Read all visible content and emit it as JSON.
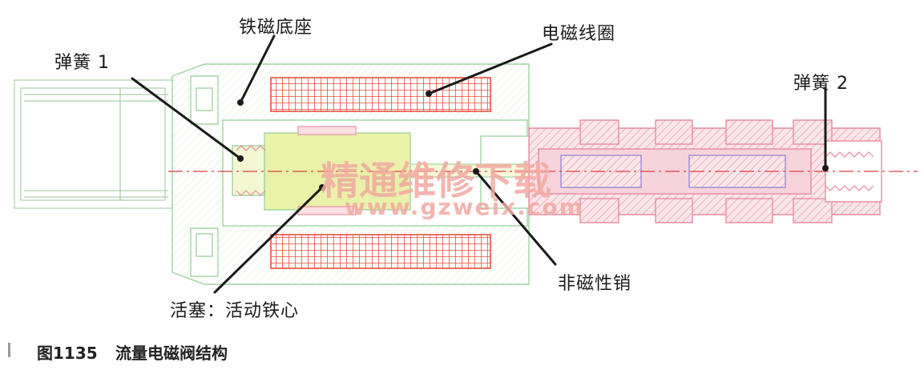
{
  "labels": {
    "base": "铁磁底座",
    "coil": "电磁线圈",
    "spring1": "弹簧 1",
    "spring2": "弹簧 2",
    "pin": "非磁性销",
    "piston": "活塞：活动铁心"
  },
  "watermark": {
    "cn": "精通维修下载",
    "url": "www.gzweix.com"
  },
  "caption": {
    "figure": "图1135",
    "title": "流量电磁阀结构"
  },
  "colors": {
    "outline": "#9fd4a0",
    "coil": "#e8503a",
    "plunger": "#e9f2a8",
    "valve": "#e88aa0",
    "valve_fill": "#f7d3dc",
    "centerline": "#e23b3b",
    "leader": "#1a1a1a"
  }
}
